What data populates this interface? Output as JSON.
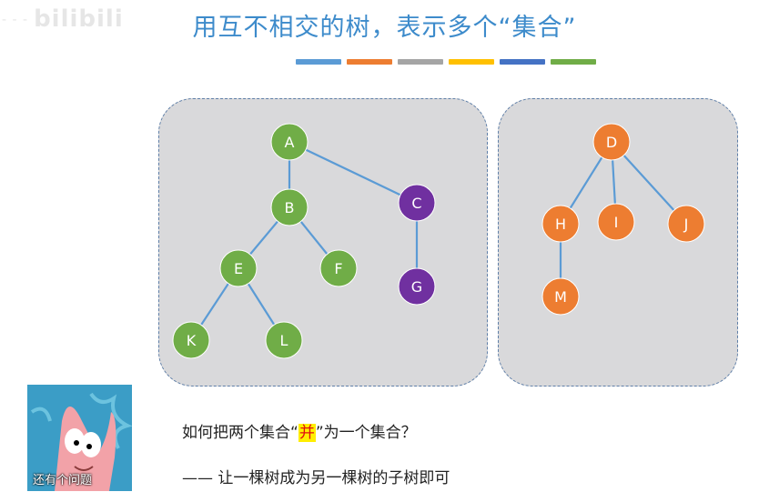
{
  "watermark": {
    "dots": "- - -",
    "text": "bilibili"
  },
  "slide": {
    "title": "用互不相交的树，表示多个“集合”",
    "color_bars": [
      "#5b9bd5",
      "#ed7d31",
      "#a5a5a5",
      "#ffc000",
      "#4472c4",
      "#70ad47"
    ]
  },
  "tree1": {
    "nodes": [
      {
        "id": "A",
        "label": "A",
        "color": "#70ad47"
      },
      {
        "id": "B",
        "label": "B",
        "color": "#70ad47"
      },
      {
        "id": "C",
        "label": "C",
        "color": "#7030a0"
      },
      {
        "id": "E",
        "label": "E",
        "color": "#70ad47"
      },
      {
        "id": "F",
        "label": "F",
        "color": "#70ad47"
      },
      {
        "id": "G",
        "label": "G",
        "color": "#7030a0"
      },
      {
        "id": "K",
        "label": "K",
        "color": "#70ad47"
      },
      {
        "id": "L",
        "label": "L",
        "color": "#70ad47"
      }
    ],
    "edges": [
      [
        "A",
        "B"
      ],
      [
        "A",
        "C"
      ],
      [
        "B",
        "E"
      ],
      [
        "B",
        "F"
      ],
      [
        "C",
        "G"
      ],
      [
        "E",
        "K"
      ],
      [
        "E",
        "L"
      ]
    ]
  },
  "tree2": {
    "nodes": [
      {
        "id": "D",
        "label": "D",
        "color": "#ed7d31"
      },
      {
        "id": "H",
        "label": "H",
        "color": "#ed7d31"
      },
      {
        "id": "I",
        "label": "I",
        "color": "#ed7d31"
      },
      {
        "id": "J",
        "label": "J",
        "color": "#ed7d31"
      },
      {
        "id": "M",
        "label": "M",
        "color": "#ed7d31"
      }
    ],
    "edges": [
      [
        "D",
        "H"
      ],
      [
        "D",
        "I"
      ],
      [
        "D",
        "J"
      ],
      [
        "H",
        "M"
      ]
    ]
  },
  "edge_color": "#5b9bd5",
  "question": {
    "before": "如何把两个集合“",
    "highlight": "并",
    "after": "”为一个集合？"
  },
  "answer": "—— 让一棵树成为另一棵树的子树即可",
  "meme": {
    "caption": "还有个问题"
  }
}
